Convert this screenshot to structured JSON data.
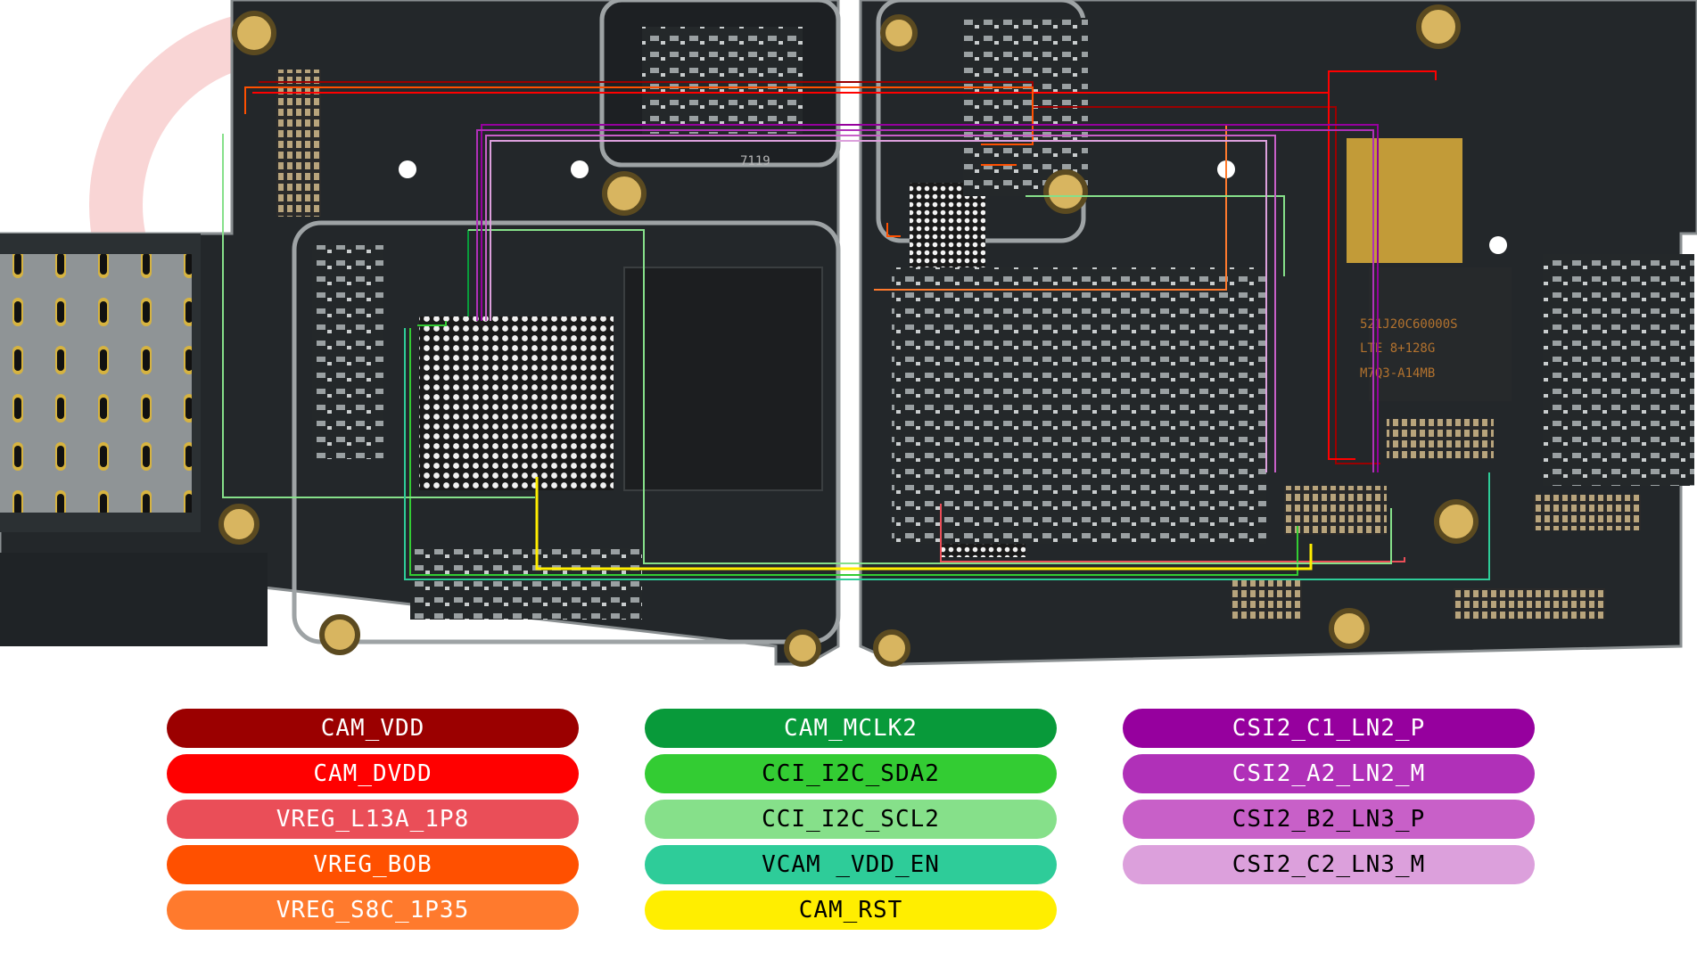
{
  "board": {
    "silkscreen": {
      "board_number": "7119",
      "sticker_line_1": "521J20C60000S",
      "sticker_line_2": "LTE 8+128G",
      "sticker_line_3": "M7Q3-A14MB"
    }
  },
  "legend": {
    "columns": [
      [
        {
          "label": "CAM_VDD",
          "color": "#9b0000",
          "text_color": "#ffffff"
        },
        {
          "label": "CAM_DVDD",
          "color": "#ff0000",
          "text_color": "#ffffff"
        },
        {
          "label": "VREG_L13A_1P8",
          "color": "#ea4e58",
          "text_color": "#ffffff"
        },
        {
          "label": "VREG_BOB",
          "color": "#ff5000",
          "text_color": "#ffffff"
        },
        {
          "label": "VREG_S8C_1P35",
          "color": "#ff7a2d",
          "text_color": "#ffffff"
        }
      ],
      [
        {
          "label": "CAM_MCLK2",
          "color": "#089a3a",
          "text_color": "#ffffff"
        },
        {
          "label": "CCI_I2C_SDA2",
          "color": "#33cc33",
          "text_color": "#000000"
        },
        {
          "label": "CCI_I2C_SCL2",
          "color": "#86e08a",
          "text_color": "#000000"
        },
        {
          "label": "VCAM _VDD_EN",
          "color": "#2ecc99",
          "text_color": "#000000"
        },
        {
          "label": "CAM_RST",
          "color": "#ffee00",
          "text_color": "#000000"
        }
      ],
      [
        {
          "label": "CSI2_C1_LN2_P",
          "color": "#96009e",
          "text_color": "#ffffff"
        },
        {
          "label": "CSI2_A2_LN2_M",
          "color": "#b030b8",
          "text_color": "#ffffff"
        },
        {
          "label": "CSI2_B2_LN3_P",
          "color": "#c860c8",
          "text_color": "#000000"
        },
        {
          "label": "CSI2_C2_LN3_M",
          "color": "#dca0dc",
          "text_color": "#000000"
        }
      ]
    ]
  }
}
